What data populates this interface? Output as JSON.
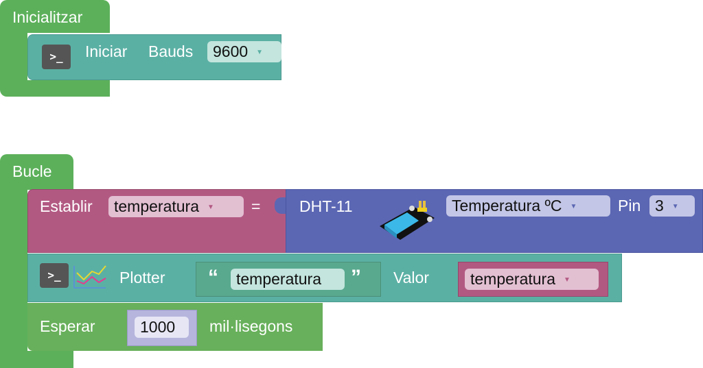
{
  "setup": {
    "title": "Inicialitzar",
    "serial_begin": {
      "label1": "Iniciar",
      "label2": "Bauds",
      "baud_value": "9600"
    }
  },
  "loop": {
    "title": "Bucle",
    "set_var": {
      "label": "Establir",
      "variable": "temperatura",
      "equals": "="
    },
    "dht": {
      "label": "DHT-11",
      "measure": "Temperatura ºC",
      "pin_label": "Pin",
      "pin_value": "3"
    },
    "plotter": {
      "label": "Plotter",
      "open_quote": "“",
      "text": "temperatura",
      "close_quote": "”",
      "value_label": "Valor",
      "variable": "temperatura"
    },
    "wait": {
      "label": "Esperar",
      "value": "1000",
      "unit": "mil·lisegons"
    }
  },
  "colors": {
    "control": "#5ba55b",
    "serial": "#5bb0a4",
    "variable": "#b25982",
    "sensor": "#5b67b3",
    "math": "#b5b5dd"
  }
}
